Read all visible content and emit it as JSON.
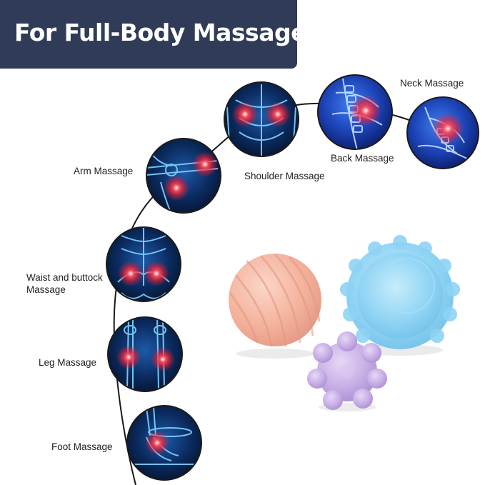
{
  "banner": {
    "title": "For Full-Body Massage"
  },
  "labels": {
    "neck": "Neck Massage",
    "back": "Back Massage",
    "shoulder": "Shoulder Massage",
    "arm": "Arm Massage",
    "waist_line1": "Waist and buttock",
    "waist_line2": "Massage",
    "leg": "Leg Massage",
    "foot": "Foot Massage"
  },
  "colors": {
    "banner_bg": "#303c57",
    "banner_text": "#ffffff",
    "pain_highlight": "#ff2a3a",
    "xray_dark": "#06142e",
    "xray_bone": "#7fd4ff",
    "ball_pink": "#f4b39e",
    "ball_blue": "#8ed3f4",
    "ball_lilac": "#c7aee6"
  },
  "icons": [
    "neck-xray-icon",
    "back-xray-icon",
    "shoulder-xray-icon",
    "arm-xray-icon",
    "waist-xray-icon",
    "leg-xray-icon",
    "foot-xray-icon",
    "pink-ribbed-ball",
    "blue-scalloped-ball",
    "lilac-spiky-ball"
  ]
}
